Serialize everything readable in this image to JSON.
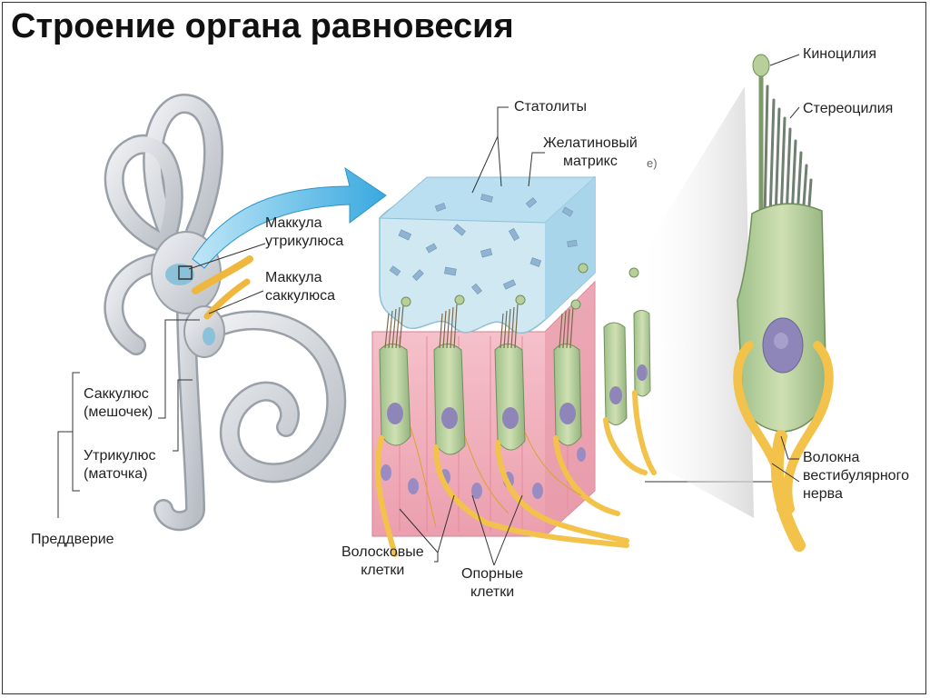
{
  "title": "Строение органа равновесия",
  "labels": {
    "macula_utriculi": [
      "Маккула",
      "утрикулюса"
    ],
    "macula_sacculi": [
      "Маккула",
      "саккулюса"
    ],
    "sacculus": [
      "Саккулюс",
      "(мешочек)"
    ],
    "utriculus": [
      "Утрикулюс",
      "(маточка)"
    ],
    "vestibule": "Преддверие",
    "statoliths": "Статолиты",
    "gel_matrix": [
      "Желатиновый",
      "матрикс"
    ],
    "gel_matrix_fragment": "e)",
    "hair_cells": [
      "Волосковые",
      "клетки"
    ],
    "support_cells": [
      "Опорные",
      "клетки"
    ],
    "kinocilium": "Киноцилия",
    "stereocilia": "Стереоцилия",
    "nerve_fibers": [
      "Волокна",
      "вестибулярного",
      "нерва"
    ]
  },
  "colors": {
    "labyrinth": "#d9dde2",
    "arrow": "#5bbfe6",
    "gel": "#cfe8f2",
    "statolith": "#8fb3d0",
    "tissue": "#f4b9c3",
    "hair_cell": "#b9cf9a",
    "nucleus": "#8e86b8",
    "nerve": "#f2c24b"
  }
}
